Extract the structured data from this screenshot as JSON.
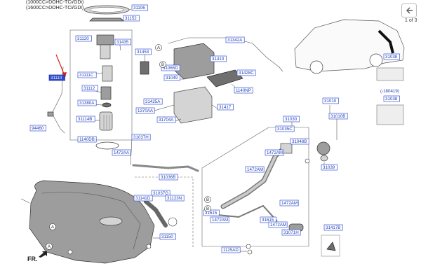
{
  "header": {
    "line1": "(1000CC>DOHC-TCi/GDi)",
    "line2": "(1600CC>DOHC-TCi/GDi)"
  },
  "nav": {
    "back_icon": "arrow-left-icon",
    "page_indicator": "1 of 3"
  },
  "orientation_label": "FR.",
  "selected_part": "31110",
  "part_labels": [
    "31106",
    "31152",
    "31120",
    "31435",
    "31453",
    "31342A",
    "31065D",
    "31111C",
    "31410",
    "31428C",
    "31049",
    "31112",
    "1140NP",
    "31425A",
    "31380A",
    "31417",
    "1370AA",
    "31114B",
    "31704A",
    "94460",
    "1140DB",
    "31037H",
    "1472AA",
    "31036B",
    "31037G",
    "31141D",
    "31123N",
    "31150",
    "31030",
    "31010",
    "31035C",
    "31048B",
    "31010B",
    "1472AM",
    "31039",
    "1472AM",
    "1472AM",
    "31615",
    "1472AM",
    "31615",
    "1472AM",
    "31071H",
    "1125AD",
    "31038",
    "31038",
    "31417B"
  ],
  "date_note": "(-180419)",
  "callout_letters": [
    "A",
    "B",
    "A",
    "A",
    "B",
    "B"
  ],
  "colors": {
    "label_border": "#3b55d6",
    "label_text": "#1a3fb5",
    "highlight_fill": "#2f46c8",
    "pointer_arrow": "#e02020"
  }
}
